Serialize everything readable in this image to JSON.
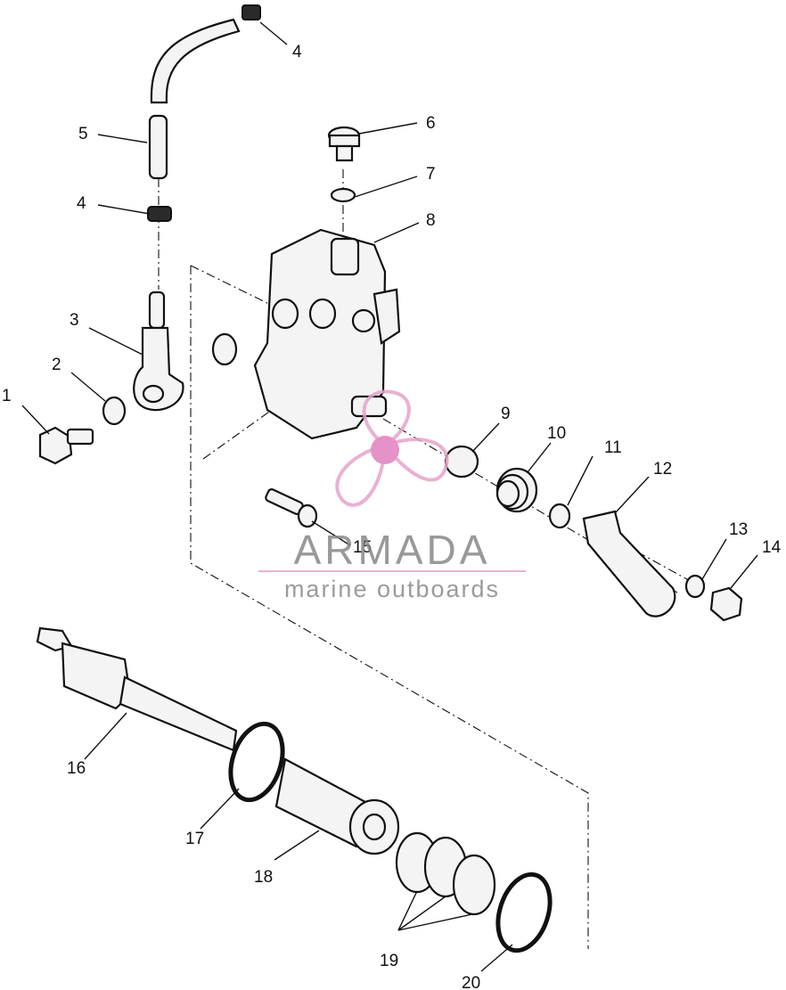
{
  "diagram": {
    "callouts": [
      {
        "id": "c1",
        "label": "1"
      },
      {
        "id": "c2",
        "label": "2"
      },
      {
        "id": "c3",
        "label": "3"
      },
      {
        "id": "c4a",
        "label": "4"
      },
      {
        "id": "c4b",
        "label": "4"
      },
      {
        "id": "c5",
        "label": "5"
      },
      {
        "id": "c6",
        "label": "6"
      },
      {
        "id": "c7",
        "label": "7"
      },
      {
        "id": "c8",
        "label": "8"
      },
      {
        "id": "c9",
        "label": "9"
      },
      {
        "id": "c10",
        "label": "10"
      },
      {
        "id": "c11",
        "label": "11"
      },
      {
        "id": "c12",
        "label": "12"
      },
      {
        "id": "c13",
        "label": "13"
      },
      {
        "id": "c14",
        "label": "14"
      },
      {
        "id": "c15",
        "label": "15"
      },
      {
        "id": "c16",
        "label": "16"
      },
      {
        "id": "c17",
        "label": "17"
      },
      {
        "id": "c18",
        "label": "18"
      },
      {
        "id": "c19",
        "label": "19"
      },
      {
        "id": "c20",
        "label": "20"
      }
    ]
  },
  "watermark": {
    "name": "ARMADA",
    "tagline": "marine outboards",
    "accent_color": "#e6a4c9",
    "logo_dot_color": "#e07fbf",
    "text_color": "#888888"
  }
}
